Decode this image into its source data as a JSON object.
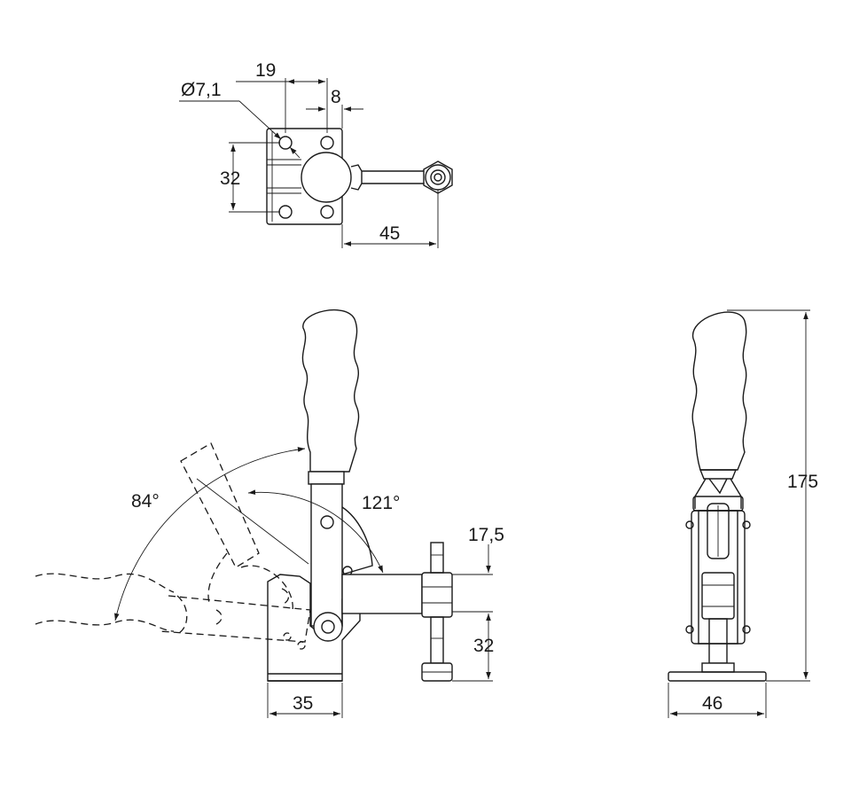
{
  "dimensions": {
    "hole_diameter": "Ø7,1",
    "hole_spacing_x": "19",
    "hole_offset": "8",
    "hole_spacing_y": "32",
    "spindle_reach": "45",
    "angle_open": "84°",
    "angle_stroke": "121°",
    "spindle_height": "17,5",
    "base_to_spindle": "32",
    "base_length": "35",
    "total_height": "175",
    "base_width": "46"
  },
  "colors": {
    "line": "#1a1a1a",
    "background": "#ffffff"
  }
}
